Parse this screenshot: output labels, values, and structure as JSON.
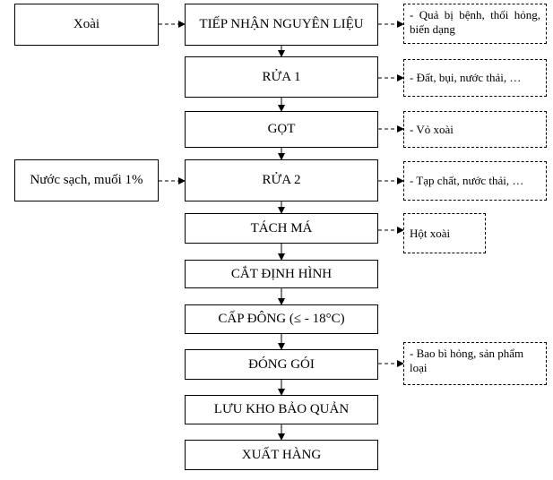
{
  "inputs": {
    "mango": "Xoài",
    "wash_water": "Nước sạch, muối 1%"
  },
  "steps": [
    "TIẾP NHẬN NGUYÊN LIỆU",
    "RỬA 1",
    "GỌT",
    "RỬA 2",
    "TÁCH MÁ",
    "CẮT ĐỊNH HÌNH",
    "CẤP ĐÔNG (≤ - 18°C)",
    "ĐÓNG GÓI",
    "LƯU KHO BẢO QUẢN",
    "XUẤT HÀNG"
  ],
  "outputs": {
    "receiving": "- Quả bị bệnh, thối hỏng, biến dạng",
    "wash1": "- Đất, bụi, nước thải, …",
    "peel": "- Vỏ xoài",
    "wash2": "- Tạp chất, nước thải, …",
    "split": "Hột xoài",
    "pack": "- Bao bì hỏng, sản phẩm loại"
  }
}
